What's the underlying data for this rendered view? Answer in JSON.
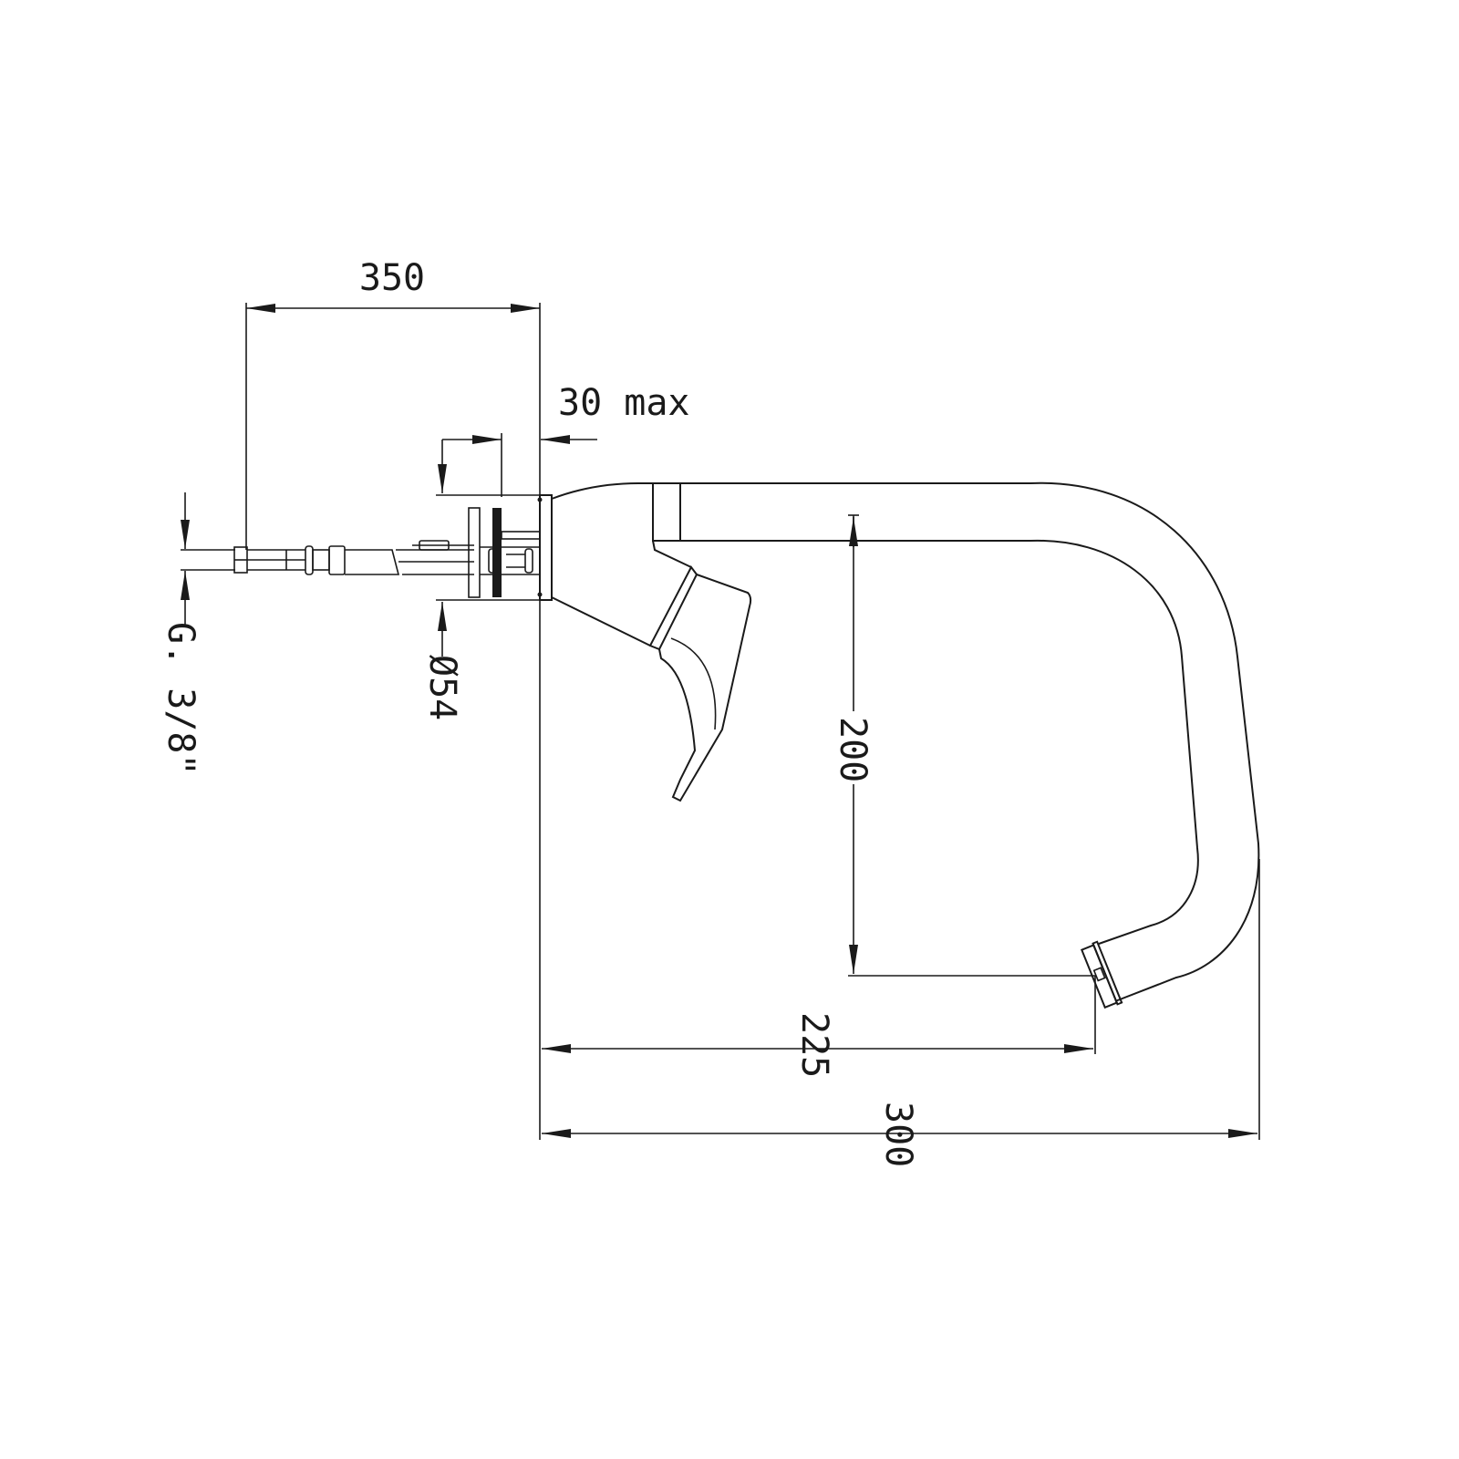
{
  "drawing": {
    "line_color": "#1a1a1a",
    "dimensions": {
      "hose_length": "350",
      "wall_max": "30 max",
      "thread": "G. 3/8\"",
      "flange_diameter": "Ø54",
      "spout_height": "200",
      "spout_reach": "225",
      "overall_reach": "300"
    }
  }
}
